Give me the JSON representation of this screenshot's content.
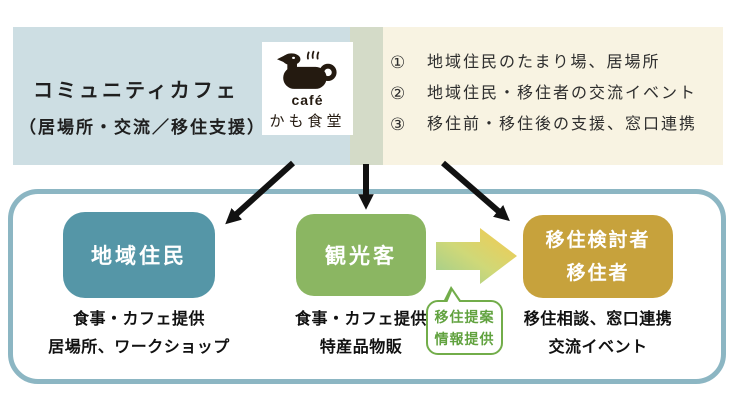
{
  "header": {
    "title": "コミュニティカフェ",
    "subtitle": "（居場所・交流／移住支援）",
    "logo": {
      "cafe": "café",
      "name": "かも食堂",
      "icon": "duck-icon"
    },
    "functions": [
      {
        "num": "①",
        "text": "地域住民のたまり場、居場所"
      },
      {
        "num": "②",
        "text": "地域住民・移住者の交流イベント"
      },
      {
        "num": "③",
        "text": "移住前・移住後の支援、窓口連携"
      }
    ]
  },
  "groups": [
    {
      "label": "地域住民",
      "note1": "食事・カフェ提供",
      "note2": "居場所、ワークショップ"
    },
    {
      "label": "観光客",
      "note1": "食事・カフェ提供",
      "note2": "特産品物販"
    },
    {
      "label1": "移住検討者",
      "label2": "移住者",
      "note1": "移住相談、窓口連携",
      "note2": "交流イベント"
    }
  ],
  "bubble": {
    "line1": "移住提案",
    "line2": "情報提供"
  },
  "colors": {
    "header_blue": "#cddee3",
    "header_sage": "#d4dbc8",
    "header_cream": "#f8f3e2",
    "frame_border": "#8cb6c3",
    "box_resident": "#5596a7",
    "box_tourist": "#8bb662",
    "box_migrant": "#c7a23c",
    "bubble_green": "#72ad4a",
    "gradient_arrow_start": "#9ccd8f",
    "gradient_arrow_end": "#f6c94e",
    "black_arrow": "#111111"
  }
}
